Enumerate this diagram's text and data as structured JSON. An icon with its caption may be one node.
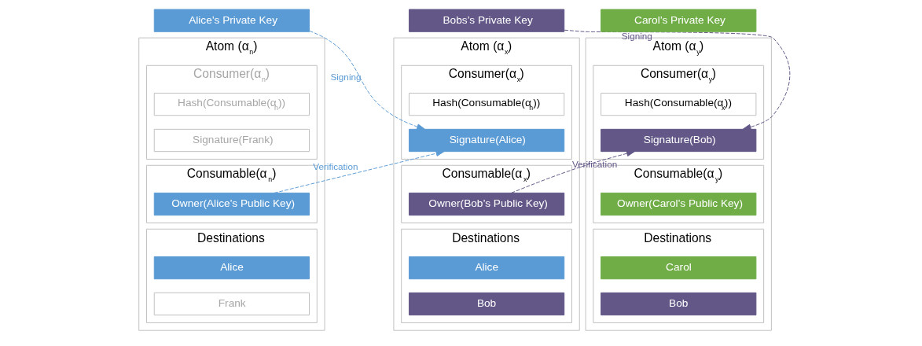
{
  "diagram": {
    "nodes": [
      {
        "text": [
          "Alice’s Private Key"
        ]
      },
      {
        "text": [
          "Atom (α$_{n}$)"
        ]
      },
      {
        "text": [
          "Consumer(α$_{n}$)"
        ],
        "in": 1
      },
      {
        "text": [
          "Hash(Consumable(α$_{n}$))"
        ],
        "in": 2
      },
      {
        "text": [
          "Signature(Frank)"
        ],
        "in": 2
      },
      {
        "text": [
          "Consumable(α$_{n}$)"
        ],
        "in": 1
      },
      {
        "text": [
          "Owner(Alice’s Public Key)"
        ],
        "in": 5
      },
      {
        "text": [
          "Destinations"
        ],
        "in": 1
      },
      {
        "text": [
          "Alice"
        ],
        "in": 7
      },
      {
        "text": [
          "Frank"
        ],
        "in": 7
      },
      {
        "text": [
          "Bobs’s Private Key"
        ]
      },
      {
        "text": [
          "Atom (α$_{x}$)"
        ]
      },
      {
        "text": [
          "Consumer(α$_{x}$)"
        ],
        "in": 11
      },
      {
        "text": [
          "Hash(Consumable(α$_{n}$))"
        ],
        "in": 12
      },
      {
        "text": [
          "Signature(Alice)"
        ],
        "in": 12
      },
      {
        "text": [
          "Consumable(α$_{x}$)"
        ],
        "in": 11
      },
      {
        "text": [
          "Owner(Bob’s Public Key)"
        ],
        "in": 15
      },
      {
        "text": [
          "Destinations"
        ],
        "in": 11
      },
      {
        "text": [
          "Alice"
        ],
        "in": 17
      },
      {
        "text": [
          "Bob"
        ],
        "in": 17
      },
      {
        "text": [
          "Carol’s Private Key"
        ]
      },
      {
        "text": [
          "Atom (α$_{y}$)"
        ]
      },
      {
        "text": [
          "Consumer(α$_{y}$)"
        ],
        "in": 21
      },
      {
        "text": [
          "Hash(Consumable(α$_{x}$))"
        ],
        "in": 22
      },
      {
        "text": [
          "Signature(Bob)"
        ],
        "in": 22
      },
      {
        "text": [
          "Consumable(α$_{y}$)"
        ],
        "in": 21
      },
      {
        "text": [
          "Owner(Carol’s Public Key)"
        ],
        "in": 25
      },
      {
        "text": [
          "Destinations"
        ],
        "in": 21
      },
      {
        "text": [
          "Carol"
        ],
        "in": 27
      },
      {
        "text": [
          "Bob"
        ],
        "in": 27
      }
    ],
    "edges": [
      {
        "from": 0,
        "to": 14,
        "arrow": "to",
        "label": "Signing",
        "style": "dashed",
        "color": "#5b9bd5"
      },
      {
        "from": 6,
        "to": 14,
        "arrow": "to",
        "label": "Verification",
        "style": "dashed",
        "color": "#5b9bd5"
      },
      {
        "from": 10,
        "to": 24,
        "arrow": "to",
        "label": "Signing",
        "style": "dashed",
        "color": "#625787"
      },
      {
        "from": 16,
        "to": 24,
        "arrow": "to",
        "label": "Verification",
        "style": "dashed",
        "color": "#625787"
      }
    ]
  }
}
